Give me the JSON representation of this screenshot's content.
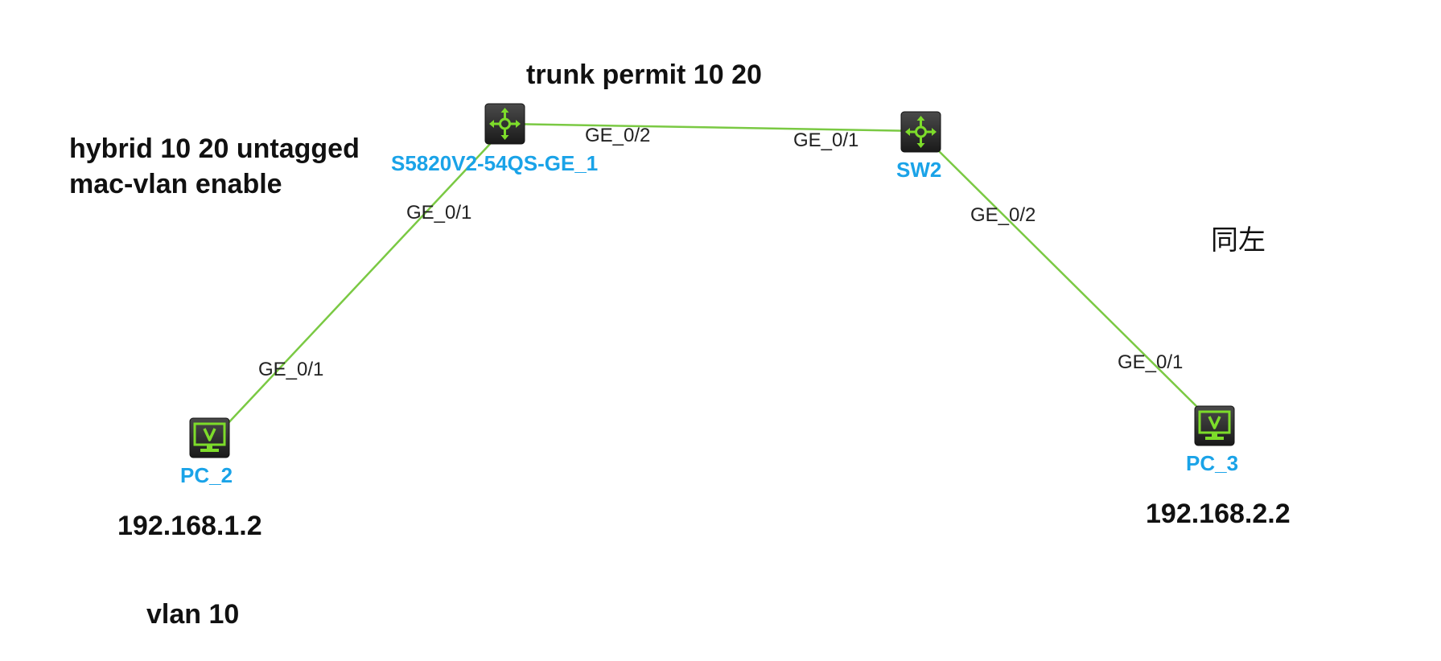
{
  "devices": {
    "sw1": {
      "name": "S5820V2-54QS-GE_1",
      "type": "switch",
      "icon": "switch-icon"
    },
    "sw2": {
      "name": "SW2",
      "type": "switch",
      "icon": "switch-icon"
    },
    "pc2": {
      "name": "PC_2",
      "type": "pc",
      "icon": "pc-monitor-icon"
    },
    "pc3": {
      "name": "PC_3",
      "type": "pc",
      "icon": "pc-monitor-icon"
    }
  },
  "links": [
    {
      "from": "sw1",
      "from_port": "GE_0/2",
      "to": "sw2",
      "to_port": "GE_0/1"
    },
    {
      "from": "sw1",
      "from_port": "GE_0/1",
      "to": "pc2",
      "to_port": "GE_0/1"
    },
    {
      "from": "sw2",
      "from_port": "GE_0/2",
      "to": "pc3",
      "to_port": "GE_0/1"
    }
  ],
  "notes": {
    "trunk": "trunk  permit 10 20",
    "hybrid": "hybrid   10 20 untagged",
    "macvlan": "mac-vlan enable",
    "same_as_left": "同左",
    "pc2_ip": "192.168.1.2",
    "pc3_ip": "192.168.2.2",
    "vlan": "vlan 10"
  },
  "colors": {
    "link": "#7ac943",
    "device_label": "#1aa3e8",
    "icon_body": "#2b2b2b",
    "icon_symbol": "#7ddc2a"
  }
}
